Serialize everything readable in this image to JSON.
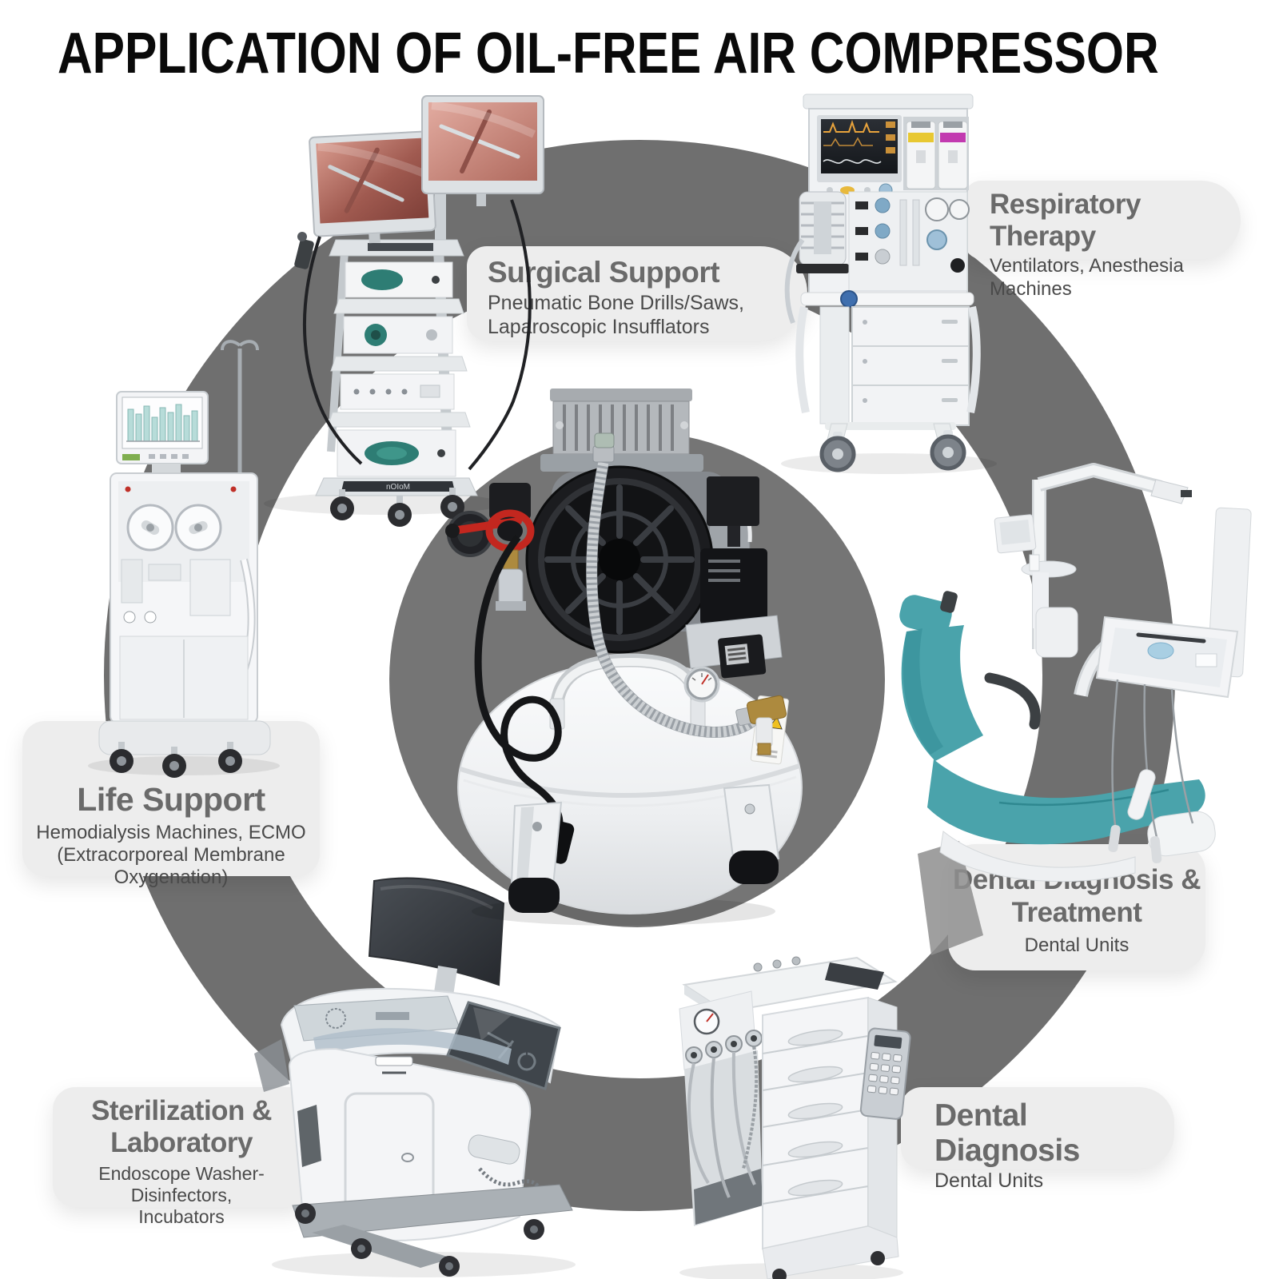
{
  "page": {
    "title": "APPLICATION OF OIL-FREE AIR COMPRESSOR"
  },
  "applications": [
    {
      "id": "surgical-support",
      "title_lines": [
        "Surgical Support"
      ],
      "subtitle_lines": [
        "Pneumatic Bone Drills/Saws,",
        "Laparoscopic Insufflators"
      ],
      "equipment": "endoscopy-tower"
    },
    {
      "id": "respiratory-therapy",
      "title_lines": [
        "Respiratory Therapy"
      ],
      "subtitle_lines": [
        "Ventilators, Anesthesia Machines"
      ],
      "equipment": "anesthesia-machine"
    },
    {
      "id": "life-support",
      "title_lines": [
        "Life Support"
      ],
      "subtitle_lines": [
        "Hemodialysis Machines, ECMO",
        "(Extracorporeal Membrane Oxygenation)"
      ],
      "equipment": "hemodialysis-machine"
    },
    {
      "id": "dental-diagnosis-treatment",
      "title_lines": [
        "Dental Diagnosis &",
        "Treatment"
      ],
      "subtitle_lines": [
        "Dental Units"
      ],
      "equipment": "dental-chair-unit"
    },
    {
      "id": "sterilization-laboratory",
      "title_lines": [
        "Sterilization &",
        "Laboratory"
      ],
      "subtitle_lines": [
        "Endoscope Washer-Disinfectors,",
        "Incubators"
      ],
      "equipment": "endoscope-washer-disinfector"
    },
    {
      "id": "dental-diagnosis",
      "title_lines": [
        "Dental Diagnosis"
      ],
      "subtitle_lines": [
        "Dental Units"
      ],
      "equipment": "dental-delivery-cart"
    }
  ],
  "center_item": {
    "equipment": "oil-free-air-compressor"
  },
  "branding": {
    "cart_base_label": "nOIoM"
  },
  "colors": {
    "background": "#ffffff",
    "heading_text": "#0a0a0a",
    "ring_gray": "#6f6f6f",
    "center_disk_gray": "#757575",
    "card_background": "#ededed",
    "card_title": "#6a6a6a",
    "card_subtitle": "#4a4a4a",
    "dental_chair_teal": "#4aa3ab",
    "device_screen_teal": "#2e7d74",
    "endoscope_image_pink": "#bb6f64",
    "vaporizer_yellow": "#e8c832",
    "vaporizer_magenta": "#c23ab0",
    "warning_red": "#c3271f",
    "brass": "#ad8a3e"
  }
}
